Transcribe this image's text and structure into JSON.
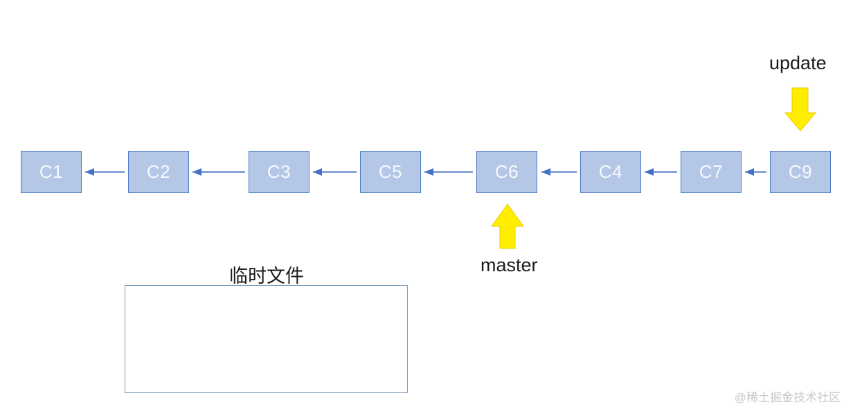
{
  "nodes": [
    {
      "label": "C1"
    },
    {
      "label": "C2"
    },
    {
      "label": "C3"
    },
    {
      "label": "C5"
    },
    {
      "label": "C6"
    },
    {
      "label": "C4"
    },
    {
      "label": "C7"
    },
    {
      "label": "C9"
    }
  ],
  "edges": [
    {
      "from": "C2",
      "to": "C1"
    },
    {
      "from": "C3",
      "to": "C2"
    },
    {
      "from": "C5",
      "to": "C3"
    },
    {
      "from": "C6",
      "to": "C5"
    },
    {
      "from": "C4",
      "to": "C6"
    },
    {
      "from": "C7",
      "to": "C4"
    },
    {
      "from": "C9",
      "to": "C7"
    }
  ],
  "pointers": {
    "update": {
      "label": "update",
      "target": "C9",
      "direction": "down"
    },
    "master": {
      "label": "master",
      "target": "C6",
      "direction": "up"
    }
  },
  "temp_file_box": {
    "label": "临时文件",
    "content": ""
  },
  "watermark": "@稀土掘金技术社区",
  "colors": {
    "node_fill": "#b4c7e7",
    "node_border": "#4d79c1",
    "edge_arrow": "#4472c4",
    "pointer_arrow_fill": "#ffee00",
    "pointer_arrow_edge": "#eec800",
    "label_text": "#1a1a1a",
    "temp_box_border": "#7e9dc1",
    "watermark_text": "#c9c9c9"
  }
}
